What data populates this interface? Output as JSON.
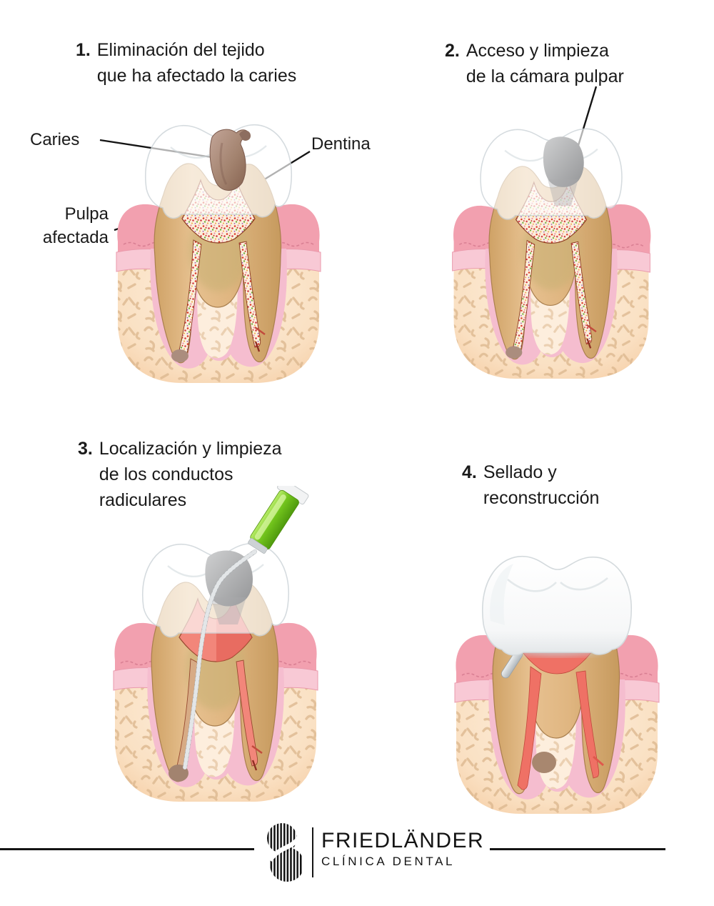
{
  "document": {
    "type": "dental-infographic",
    "language": "es",
    "subject": "Pasos de una endodoncia (tratamiento de conducto)"
  },
  "steps": [
    {
      "number": "1.",
      "lines": [
        "Eliminación del tejido",
        "que ha afectado la caries"
      ]
    },
    {
      "number": "2.",
      "lines": [
        "Acceso y limpieza",
        "de la cámara pulpar"
      ]
    },
    {
      "number": "3.",
      "lines": [
        "Localización y limpieza",
        "de los conductos",
        "radiculares"
      ]
    },
    {
      "number": "4.",
      "lines": [
        "Sellado y",
        "reconstrucción"
      ]
    }
  ],
  "anatomy_labels": {
    "caries": "Caries",
    "dentina": "Dentina",
    "pulpa": [
      "Pulpa",
      "afectada"
    ]
  },
  "footer": {
    "brand": "FRIEDLÄNDER",
    "tagline": "CLÍNICA DENTAL"
  },
  "palette": {
    "text": "#1a1a1a",
    "gum_dark": "#f2a0af",
    "gum_light": "#f8c9d5",
    "bone": "#fbe4c9",
    "bone_speckle": "#dcb78e",
    "dentin": "#ddb283",
    "pulp_infected_red": "#dc3a29",
    "pulp_clean_salmon": "#f2867a",
    "canal_filled": "#ef7165",
    "caries_brown": "#9b7b6d",
    "access_gray": "#b0b1b3",
    "file_handle_green": "#72c41c",
    "enamel_edge": "#ced5d9"
  }
}
